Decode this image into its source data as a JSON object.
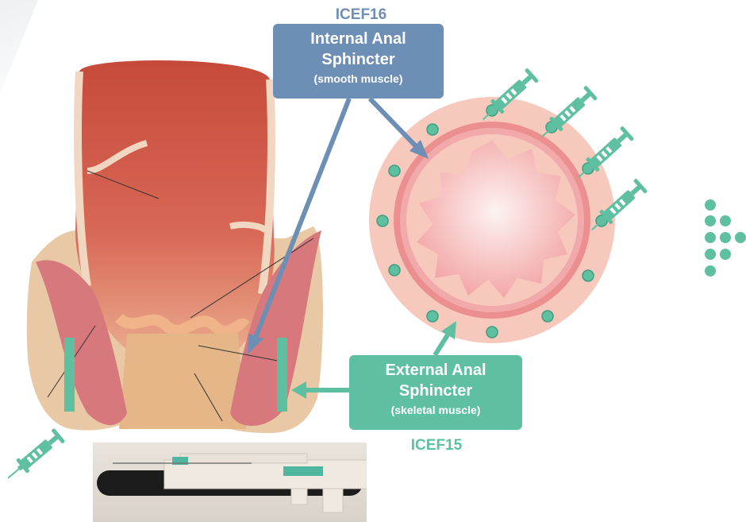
{
  "internal": {
    "code": "ICEF16",
    "line1": "Internal Anal",
    "line2": "Sphincter",
    "line3": "(smooth muscle)",
    "color": "#6d8fb5"
  },
  "external": {
    "code": "ICEF15",
    "line1": "External Anal",
    "line2": "Sphincter",
    "line3": "(skeletal muscle)",
    "color": "#5fc0a1"
  },
  "illustration": {
    "cross_section_outer_color": "#f7c9bd",
    "cross_section_ring_color": "#ec8f90",
    "injection_dot_color": "#5fc0a1",
    "syringe_icon": "syringe-icon"
  }
}
